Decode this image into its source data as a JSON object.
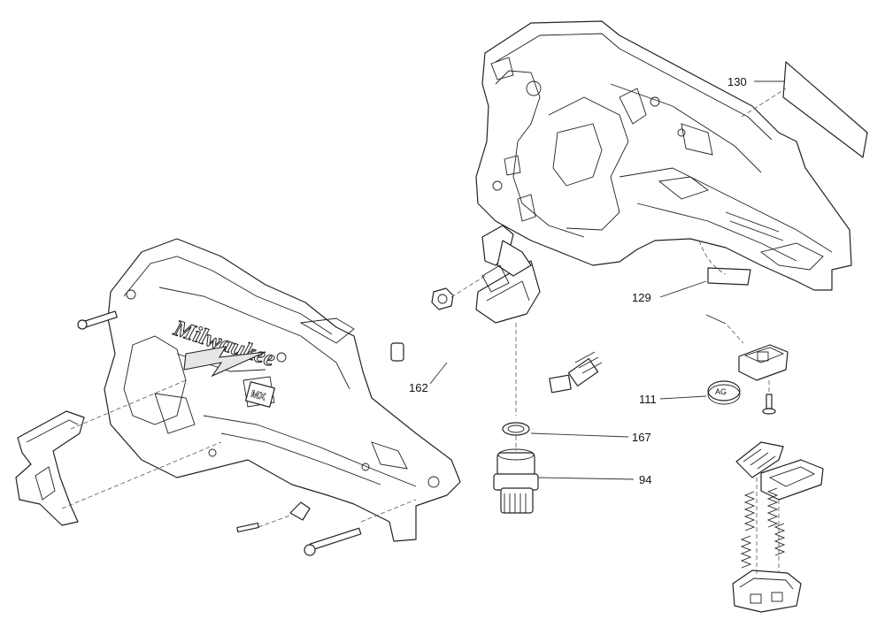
{
  "brand_text": "Milwaukee",
  "badge_text": "MX",
  "battery_text": "AG",
  "callouts": [
    {
      "id": "130",
      "label": "130"
    },
    {
      "id": "129",
      "label": "129"
    },
    {
      "id": "162",
      "label": "162"
    },
    {
      "id": "111",
      "label": "111"
    },
    {
      "id": "167",
      "label": "167"
    },
    {
      "id": "94",
      "label": "94"
    }
  ]
}
